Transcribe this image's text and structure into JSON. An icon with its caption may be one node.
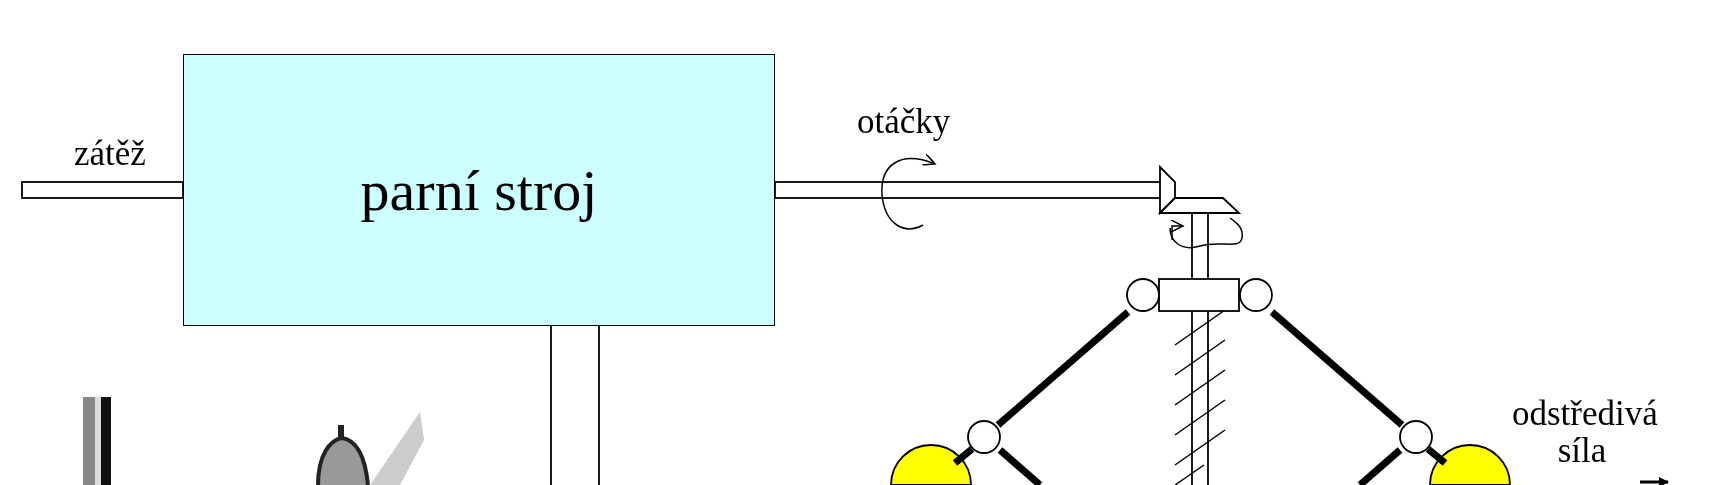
{
  "diagram": {
    "nodes": [
      {
        "text": [
          "parní stroj"
        ]
      }
    ],
    "labels": [
      "zátěž",
      "otáčky",
      "odstředivá síla"
    ]
  }
}
